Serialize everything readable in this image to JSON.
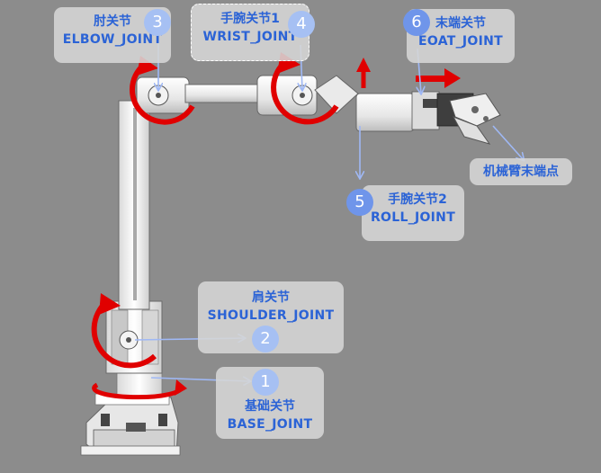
{
  "colors": {
    "label_text": "#2b63d6",
    "rotation_arrow": "#e00000",
    "pointer": "#9fb8f5",
    "background": "#8c8c8c"
  },
  "joints": [
    {
      "num": "1",
      "zh": "基础关节",
      "en": "BASE_JOINT"
    },
    {
      "num": "2",
      "zh": "肩关节",
      "en": "SHOULDER_JOINT"
    },
    {
      "num": "3",
      "zh": "肘关节",
      "en": "ELBOW_JOINT"
    },
    {
      "num": "4",
      "zh": "手腕关节1",
      "en": "WRIST_JOINT"
    },
    {
      "num": "5",
      "zh": "手腕关节2",
      "en": "ROLL_JOINT"
    },
    {
      "num": "6",
      "zh": "末端关节",
      "en": "EOAT_JOINT"
    }
  ],
  "end_effector": {
    "zh": "机械臂末端点"
  }
}
